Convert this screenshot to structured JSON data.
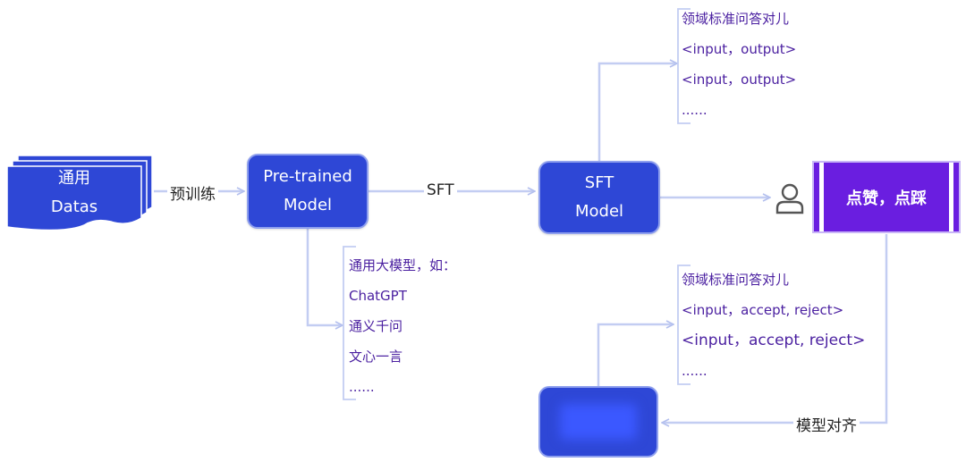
{
  "general_data": {
    "line1": "通用",
    "line2": "Datas"
  },
  "pretrain_label": "预训练",
  "pretrained_model": {
    "line1": "Pre-trained",
    "line2": "Model"
  },
  "sft_label": "SFT",
  "sft_model": {
    "line1": "SFT",
    "line2": "Model"
  },
  "feedback_box": {
    "label": "点赞，点踩"
  },
  "alignment_label": "模型对齐",
  "sft_data_list": [
    "领域标准问答对儿",
    "<input，output>",
    "<input，output>",
    "......"
  ],
  "feedback_data_list": [
    "领域标准问答对儿",
    "<input，accept, reject>",
    "<input，accept, reject>",
    "......"
  ],
  "general_models_list": [
    "通用大模型，如：",
    "ChatGPT",
    "通义千问",
    "文心一言",
    "......"
  ],
  "colors": {
    "box_blue": "#2e47d6",
    "feedback_purple": "#6a1ee0",
    "connector": "#c3cdf2",
    "list_text": "#4a1fa0"
  }
}
